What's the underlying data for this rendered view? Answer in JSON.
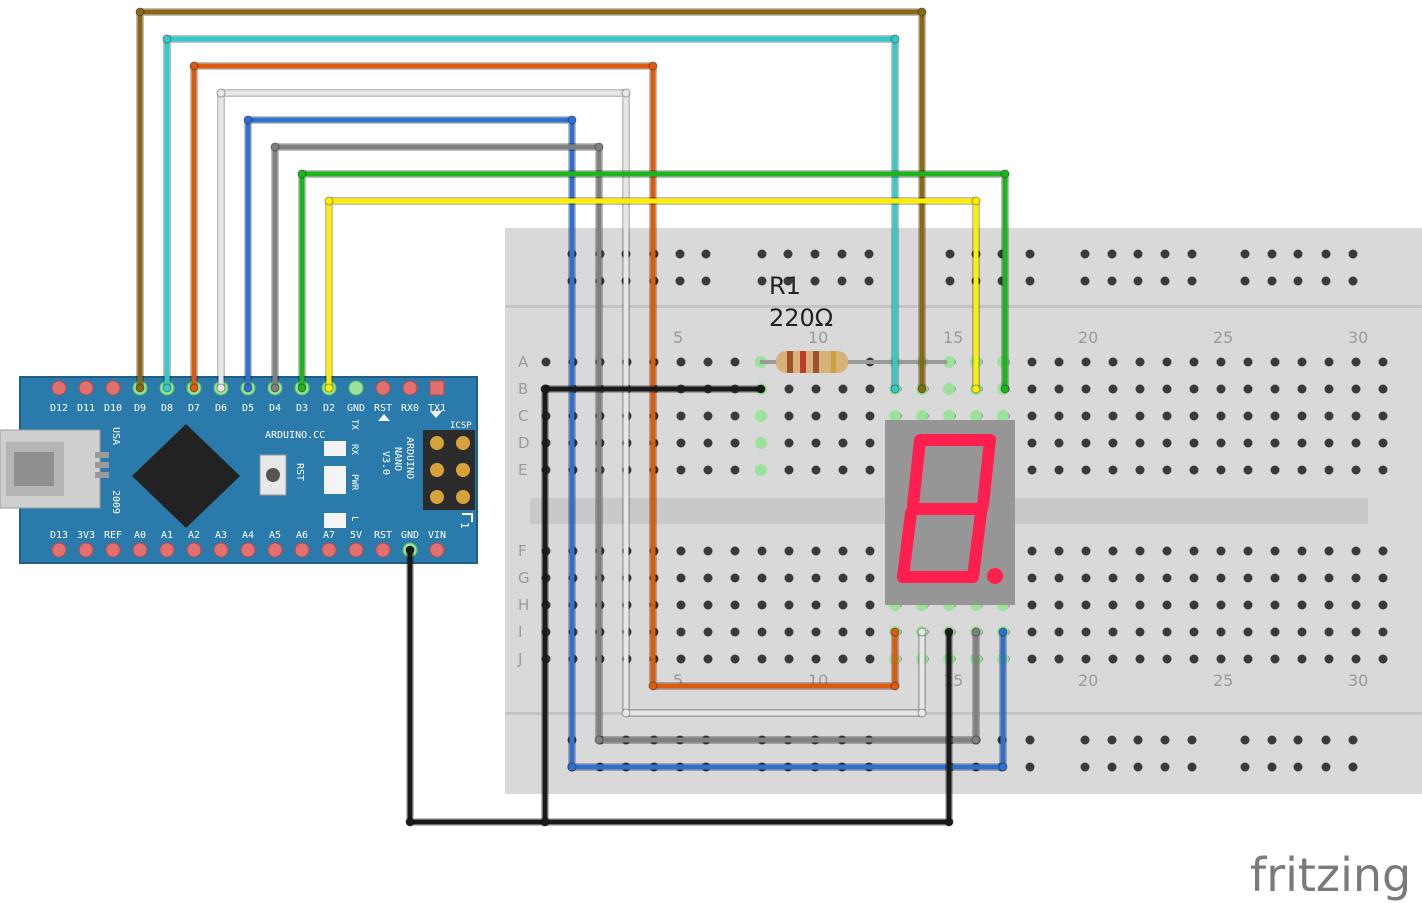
{
  "resistor": {
    "name": "R1",
    "value": "220Ω"
  },
  "breadboard": {
    "row_labels_top": [
      "A",
      "B",
      "C",
      "D",
      "E"
    ],
    "row_labels_bottom": [
      "F",
      "G",
      "H",
      "I",
      "J"
    ],
    "column_numbers": [
      "5",
      "10",
      "15",
      "20",
      "25",
      "30"
    ]
  },
  "arduino": {
    "top_pins": [
      "D12",
      "D11",
      "D10",
      "D9",
      "D8",
      "D7",
      "D6",
      "D5",
      "D4",
      "D3",
      "D2",
      "GND",
      "RST",
      "RX0",
      "TX1"
    ],
    "bottom_pins": [
      "D13",
      "3V3",
      "REF",
      "A0",
      "A1",
      "A2",
      "A3",
      "A4",
      "A5",
      "A6",
      "A7",
      "5V",
      "RST",
      "GND",
      "VIN"
    ],
    "brand": "ARDUINO.CC",
    "model_lines": [
      "ARDUINO",
      "NANO",
      "V3.0"
    ],
    "usa_label": "USA",
    "year_label": "2009",
    "icsp_label": "ICSP",
    "rst_button_label": "RST",
    "leds": [
      "TX",
      "RX",
      "PWR",
      "L"
    ],
    "pin1_label": "1"
  },
  "display": {
    "digit": "8",
    "segment_color": "#ff1f4f"
  },
  "wires": [
    {
      "name": "wire-d9-brown",
      "color": "#8b6914"
    },
    {
      "name": "wire-d8-cyan",
      "color": "#36c9c9"
    },
    {
      "name": "wire-d7-orange",
      "color": "#de5b0d"
    },
    {
      "name": "wire-d6-white",
      "color": "#e6e6e6"
    },
    {
      "name": "wire-d5-blue",
      "color": "#2f6fcf"
    },
    {
      "name": "wire-d4-gray",
      "color": "#808080"
    },
    {
      "name": "wire-d3-green",
      "color": "#1eb41e"
    },
    {
      "name": "wire-d2-yellow",
      "color": "#ffee00"
    },
    {
      "name": "wire-gnd-black",
      "color": "#1a1a1a"
    }
  ],
  "logo": "fritzing"
}
